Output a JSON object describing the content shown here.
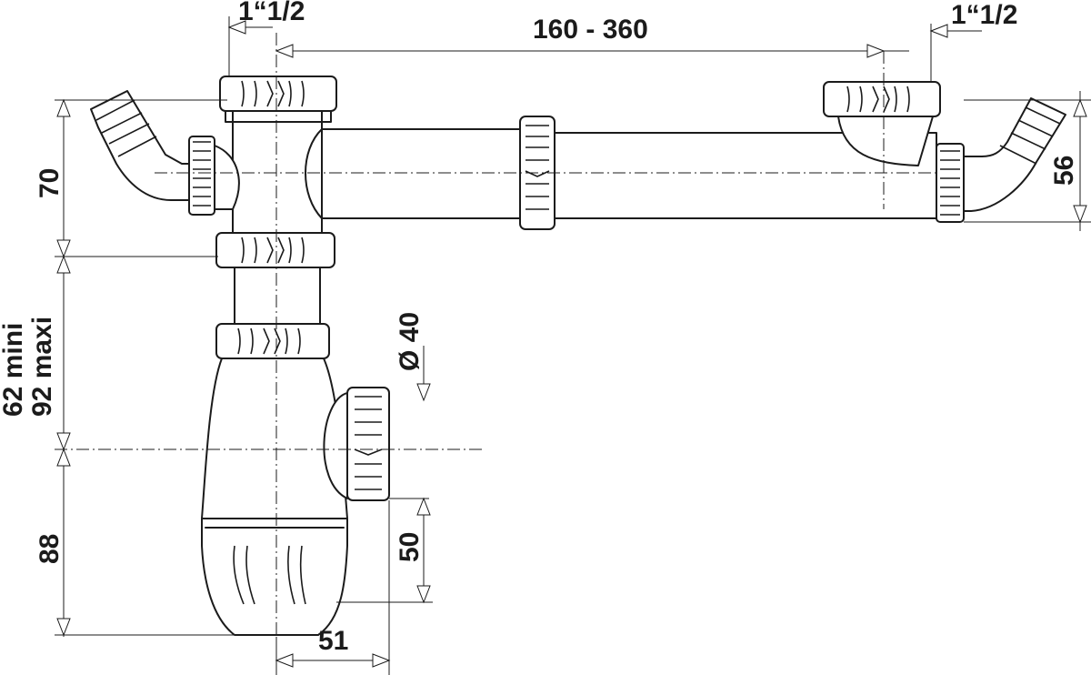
{
  "dimensions": {
    "inlet_thread_left": "1“1/2",
    "inlet_thread_right": "1“1/2",
    "spacing_range": "160 - 360",
    "height_70": "70",
    "height_56": "56",
    "height_adjust_min": "62 mini",
    "height_adjust_max": "92 maxi",
    "outlet_diameter": "Ø 40",
    "depth_88": "88",
    "outlet_height_50": "50",
    "offset_51": "51"
  },
  "colors": {
    "line": "#1b1b1b",
    "background": "#ffffff"
  }
}
